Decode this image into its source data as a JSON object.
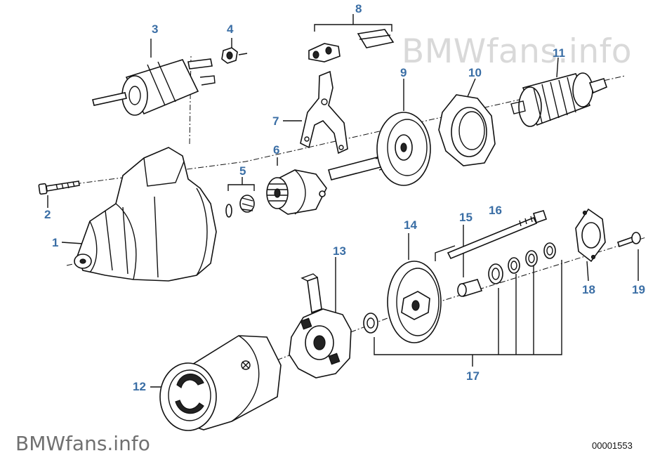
{
  "watermark": {
    "brand": "BMWfans",
    "tld": ".info"
  },
  "reference_code": "00001553",
  "callouts": [
    {
      "id": "1",
      "label": "1"
    },
    {
      "id": "2",
      "label": "2"
    },
    {
      "id": "3",
      "label": "3"
    },
    {
      "id": "4",
      "label": "4"
    },
    {
      "id": "5",
      "label": "5"
    },
    {
      "id": "6",
      "label": "6"
    },
    {
      "id": "7",
      "label": "7"
    },
    {
      "id": "8",
      "label": "8"
    },
    {
      "id": "9",
      "label": "9"
    },
    {
      "id": "10",
      "label": "10"
    },
    {
      "id": "11",
      "label": "11"
    },
    {
      "id": "12",
      "label": "12"
    },
    {
      "id": "13",
      "label": "13"
    },
    {
      "id": "14",
      "label": "14"
    },
    {
      "id": "15",
      "label": "15"
    },
    {
      "id": "16",
      "label": "16"
    },
    {
      "id": "17",
      "label": "17"
    },
    {
      "id": "18",
      "label": "18"
    },
    {
      "id": "19",
      "label": "19"
    }
  ],
  "colors": {
    "callout": "#3a6ea5",
    "line": "#111111",
    "watermark_light": "#d9d9d9",
    "watermark_dark": "#707070"
  }
}
